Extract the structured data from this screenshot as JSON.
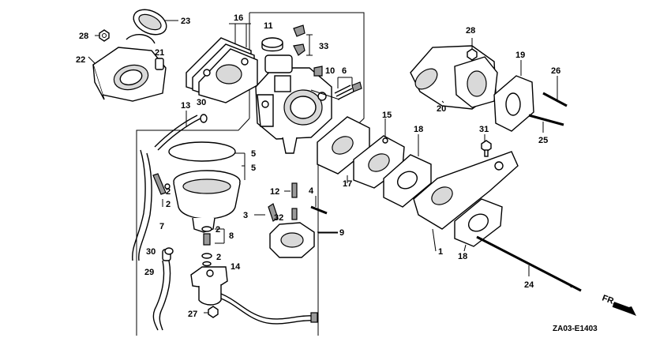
{
  "callouts": {
    "p1": "1",
    "p2a": "2",
    "p2b": "2",
    "p2c": "2",
    "p2d": "2",
    "p3": "3",
    "p4": "4",
    "p5a": "5",
    "p5b": "5",
    "p6": "6",
    "p7": "7",
    "p8": "8",
    "p9": "9",
    "p10": "10",
    "p11": "11",
    "p12": "12",
    "p13": "13",
    "p14": "14",
    "p15": "15",
    "p16": "16",
    "p17": "17",
    "p18a": "18",
    "p18b": "18",
    "p19": "19",
    "p20": "20",
    "p21": "21",
    "p22": "22",
    "p23": "23",
    "p24": "24",
    "p25": "25",
    "p26": "26",
    "p27": "27",
    "p28a": "28",
    "p28b": "28",
    "p29": "29",
    "p30a": "30",
    "p30b": "30",
    "p31": "31",
    "p32": "32",
    "p33": "33"
  },
  "direction_label": "FR.",
  "diagram_code": "ZA03-E1403"
}
